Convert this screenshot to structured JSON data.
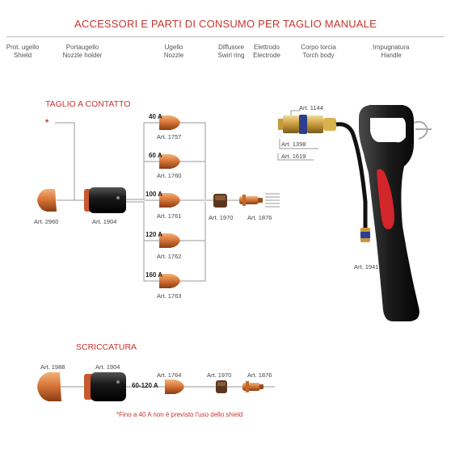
{
  "title": "ACCESSORI E PARTI DI CONSUMO PER TAGLIO MANUALE",
  "columns": [
    {
      "it": "Prot. ugello",
      "en": "Shield"
    },
    {
      "it": "Portaugello",
      "en": "Nozzle holder"
    },
    {
      "it": "Ugello",
      "en": "Nozzle"
    },
    {
      "it": "Diffusore",
      "en": "Swirl ring"
    },
    {
      "it": "Elettrodo",
      "en": "Electrode"
    },
    {
      "it": "Corpo torcia",
      "en": "Torch body"
    },
    {
      "it": "Impugnatura",
      "en": "Handle"
    }
  ],
  "sections": {
    "contact": "TAGLIO A CONTATTO",
    "gouging": "SCRICCATURA"
  },
  "star_mark": "*",
  "contact_parts": {
    "shield": "Art. 2960",
    "holder": "Art. 1904",
    "swirl": "Art. 1970",
    "electrode": "Art. 1876"
  },
  "nozzles": [
    {
      "amps": "40 A",
      "art": "Art. 1757"
    },
    {
      "amps": "60 A",
      "art": "Art. 1760"
    },
    {
      "amps": "100 A",
      "art": "Art. 1761"
    },
    {
      "amps": "120 A",
      "art": "Art. 1762"
    },
    {
      "amps": "160 A",
      "art": "Art. 1763"
    }
  ],
  "torch": {
    "top": "Art. 1144",
    "mid": "Art. 1398",
    "bottom": "Art. 1619",
    "handle": "Art. 1941"
  },
  "gouging_parts": {
    "shield": "Art. 1988",
    "holder": "Art. 1904",
    "nozzle": "Art. 1764",
    "nozzle_amps": "60-120 A",
    "swirl": "Art. 1970",
    "electrode": "Art. 1876"
  },
  "footnote": "Fino a 40 A non è previsto l'uso dello shield",
  "colors": {
    "accent": "#c7342d",
    "copper": "#d9773a",
    "line": "#9a9a9a"
  }
}
